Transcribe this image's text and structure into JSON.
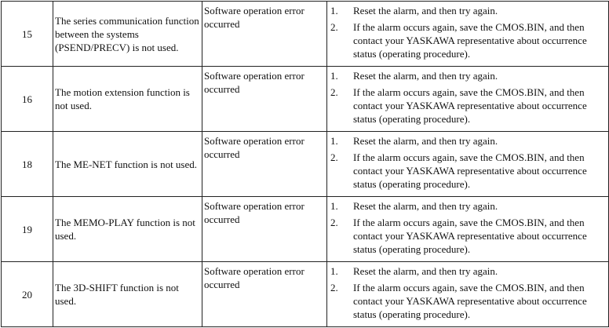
{
  "rows": [
    {
      "no": "15",
      "description": "The series communication function between the systems (PSEND/PRECV) is not used.",
      "cause": "Software operation error occurred",
      "steps": [
        {
          "num": "1.",
          "text": "Reset the alarm, and then try again."
        },
        {
          "num": "2.",
          "text": "If the alarm occurs again, save the CMOS.BIN, and then contact your YASKAWA representative about occurrence status (operating procedure)."
        }
      ]
    },
    {
      "no": "16",
      "description": "The motion extension function is not used.",
      "cause": "Software operation error occurred",
      "steps": [
        {
          "num": "1.",
          "text": "Reset the alarm, and then try again."
        },
        {
          "num": "2.",
          "text": "If the alarm occurs again, save the CMOS.BIN, and then contact your YASKAWA representative about occurrence status (operating procedure)."
        }
      ]
    },
    {
      "no": "18",
      "description": "The ME-NET function is not used.",
      "cause": "Software operation error occurred",
      "steps": [
        {
          "num": "1.",
          "text": "Reset the alarm, and then try again."
        },
        {
          "num": "2.",
          "text": "If the alarm occurs again, save the CMOS.BIN, and then contact your YASKAWA representative about occurrence status (operating procedure)."
        }
      ]
    },
    {
      "no": "19",
      "description": "The MEMO-PLAY function is not used.",
      "cause": "Software operation error occurred",
      "steps": [
        {
          "num": "1.",
          "text": "Reset the alarm, and then try again."
        },
        {
          "num": "2.",
          "text": "If the alarm occurs again, save the CMOS.BIN, and then contact your YASKAWA representative about occurrence status (operating procedure)."
        }
      ]
    },
    {
      "no": "20",
      "description": "The 3D-SHIFT function is not used.",
      "cause": "Software operation error occurred",
      "steps": [
        {
          "num": "1.",
          "text": "Reset the alarm, and then try again."
        },
        {
          "num": "2.",
          "text": "If the alarm occurs again, save the CMOS.BIN, and then contact your YASKAWA representative about occurrence status (operating procedure)."
        }
      ]
    }
  ]
}
